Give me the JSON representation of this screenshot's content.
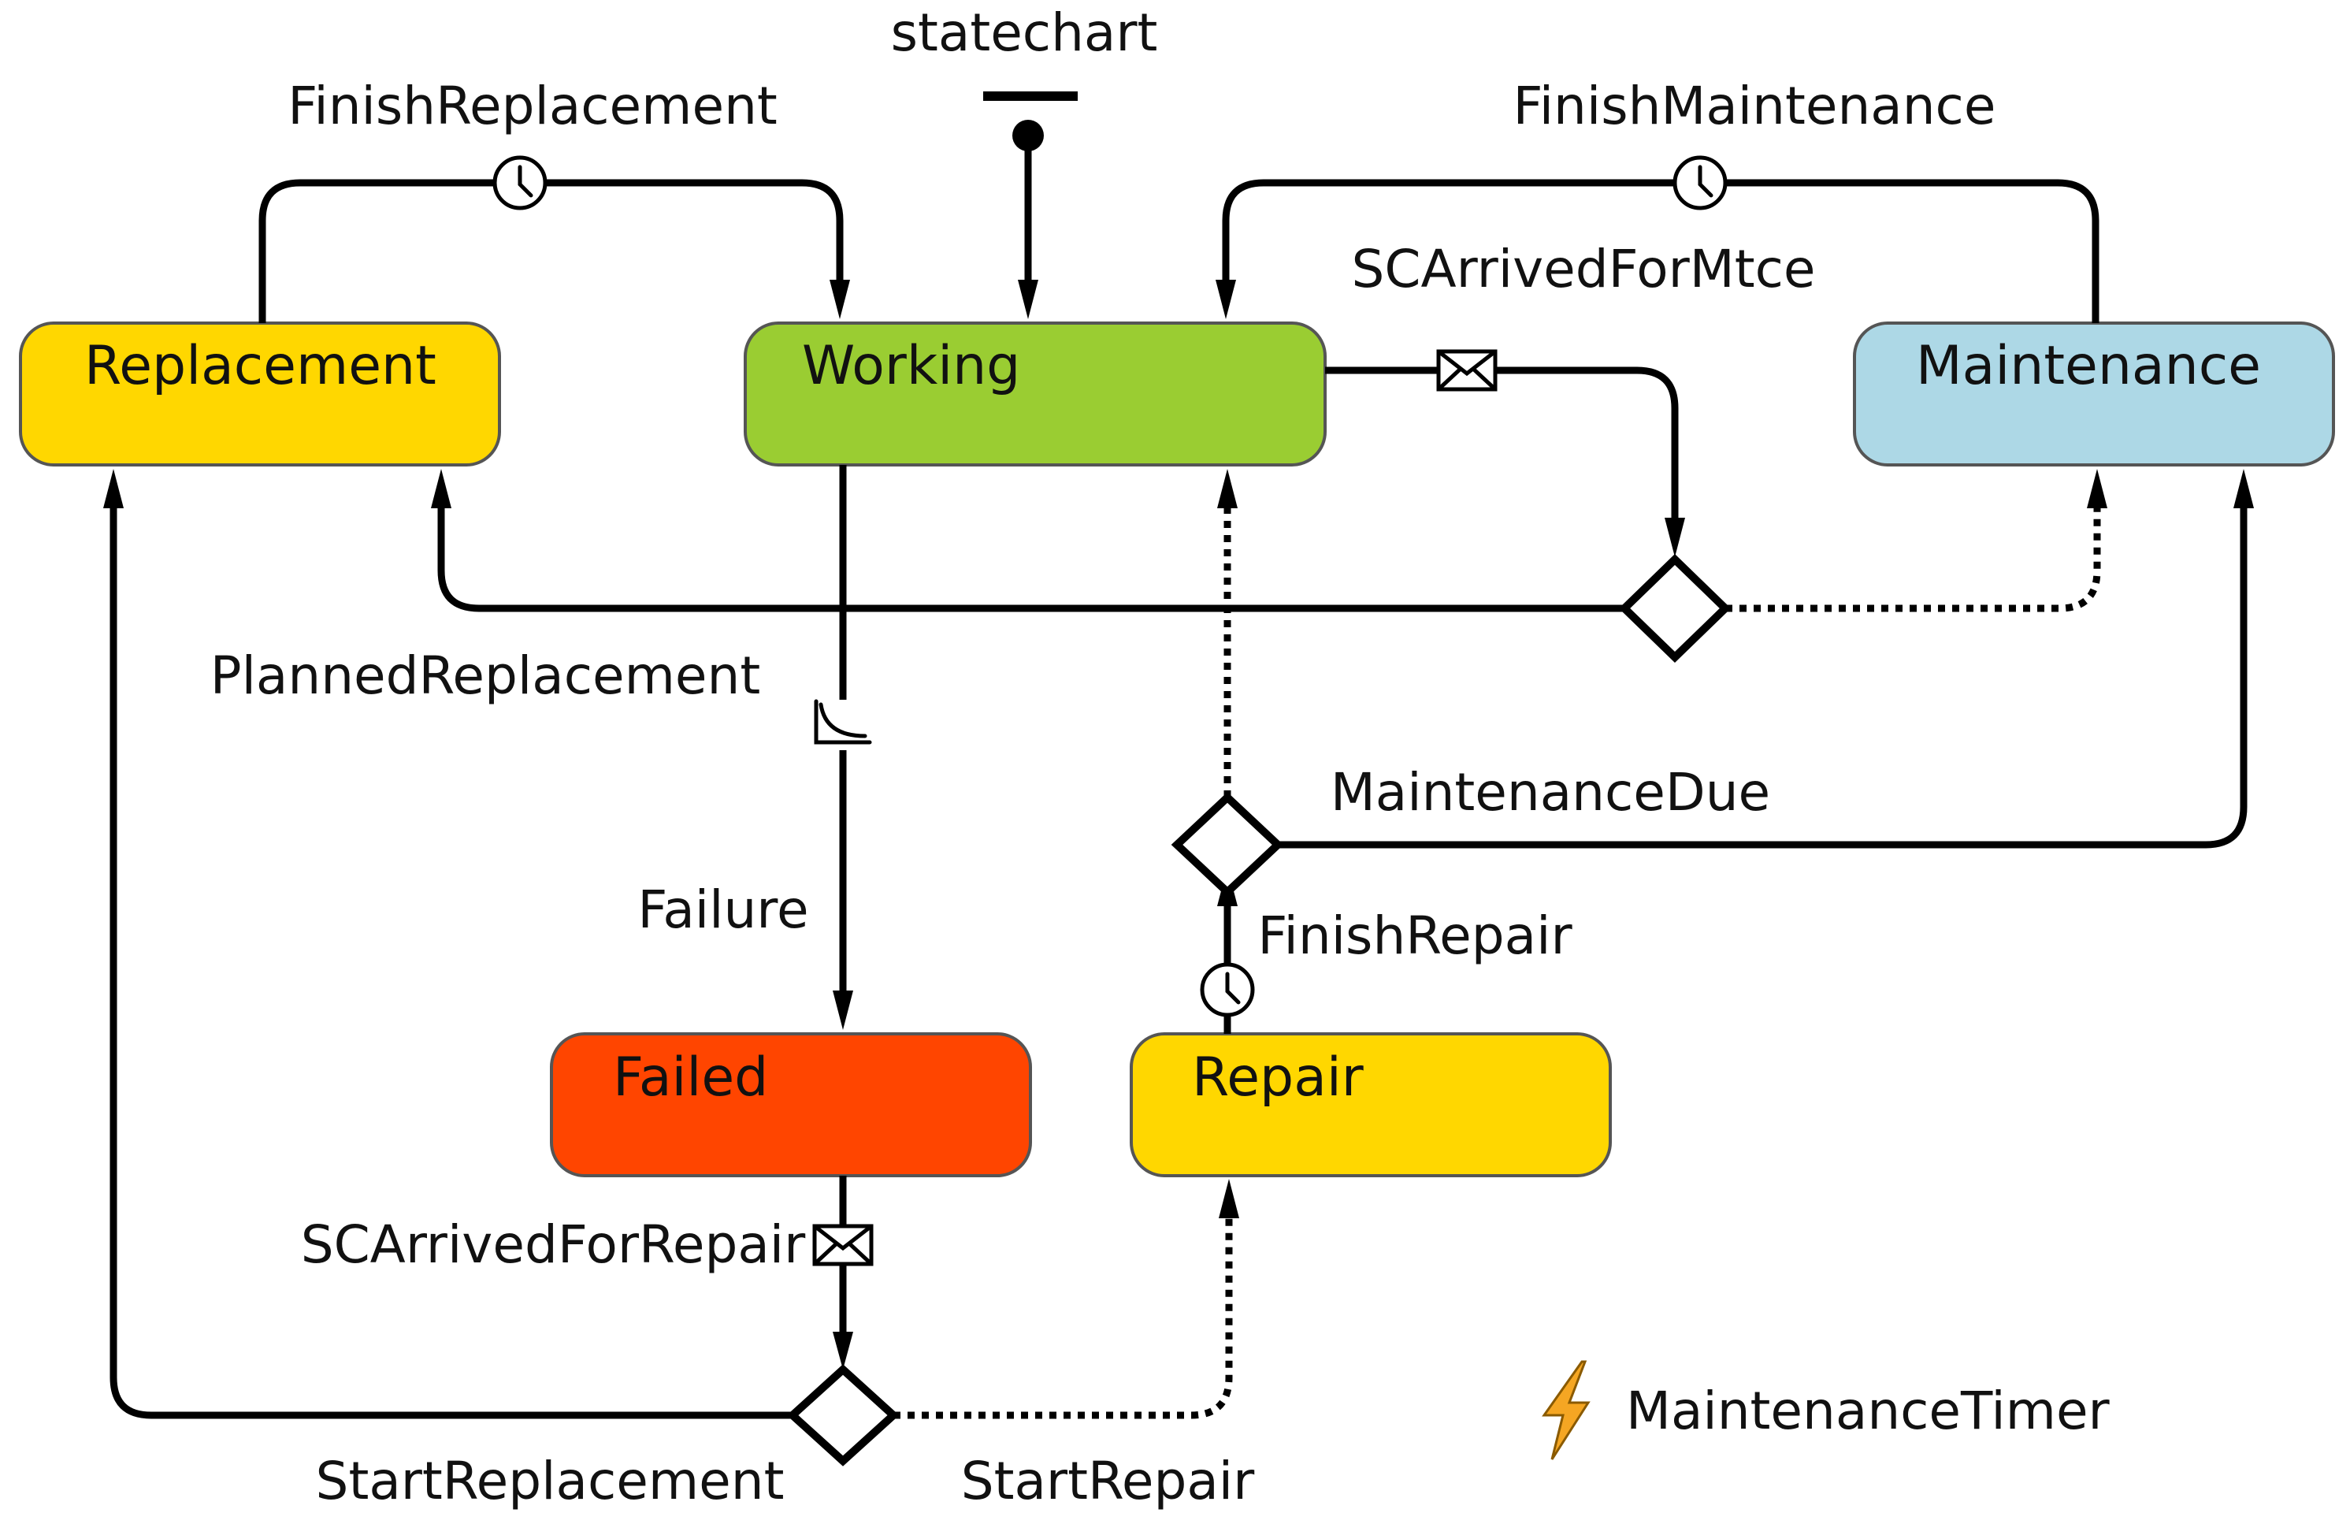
{
  "statechart": {
    "entry_label": "statechart",
    "states": {
      "working": {
        "name": "Working",
        "color": "#9ACD32"
      },
      "replacement": {
        "name": "Replacement",
        "color": "#FFD700"
      },
      "maintenance": {
        "name": "Maintenance",
        "color": "#ADD8E6"
      },
      "failed": {
        "name": "Failed",
        "color": "#FF4500"
      },
      "repair": {
        "name": "Repair",
        "color": "#FFD700"
      }
    },
    "transitions": {
      "finish_replacement": "FinishReplacement",
      "finish_maintenance": "FinishMaintenance",
      "sc_arrived_for_mtce": "SCArrivedForMtce",
      "planned_replacement": "PlannedReplacement",
      "failure": "Failure",
      "maintenance_due": "MaintenanceDue",
      "finish_repair": "FinishRepair",
      "sc_arrived_for_repair": "SCArrivedForRepair",
      "start_replacement": "StartReplacement",
      "start_repair": "StartRepair"
    },
    "event": {
      "name": "MaintenanceTimer",
      "icon": "lightning-icon",
      "color": "#F5A623"
    },
    "icons": {
      "timeout": "clock-icon",
      "message": "envelope-icon",
      "rate": "rate-curve-icon"
    }
  }
}
